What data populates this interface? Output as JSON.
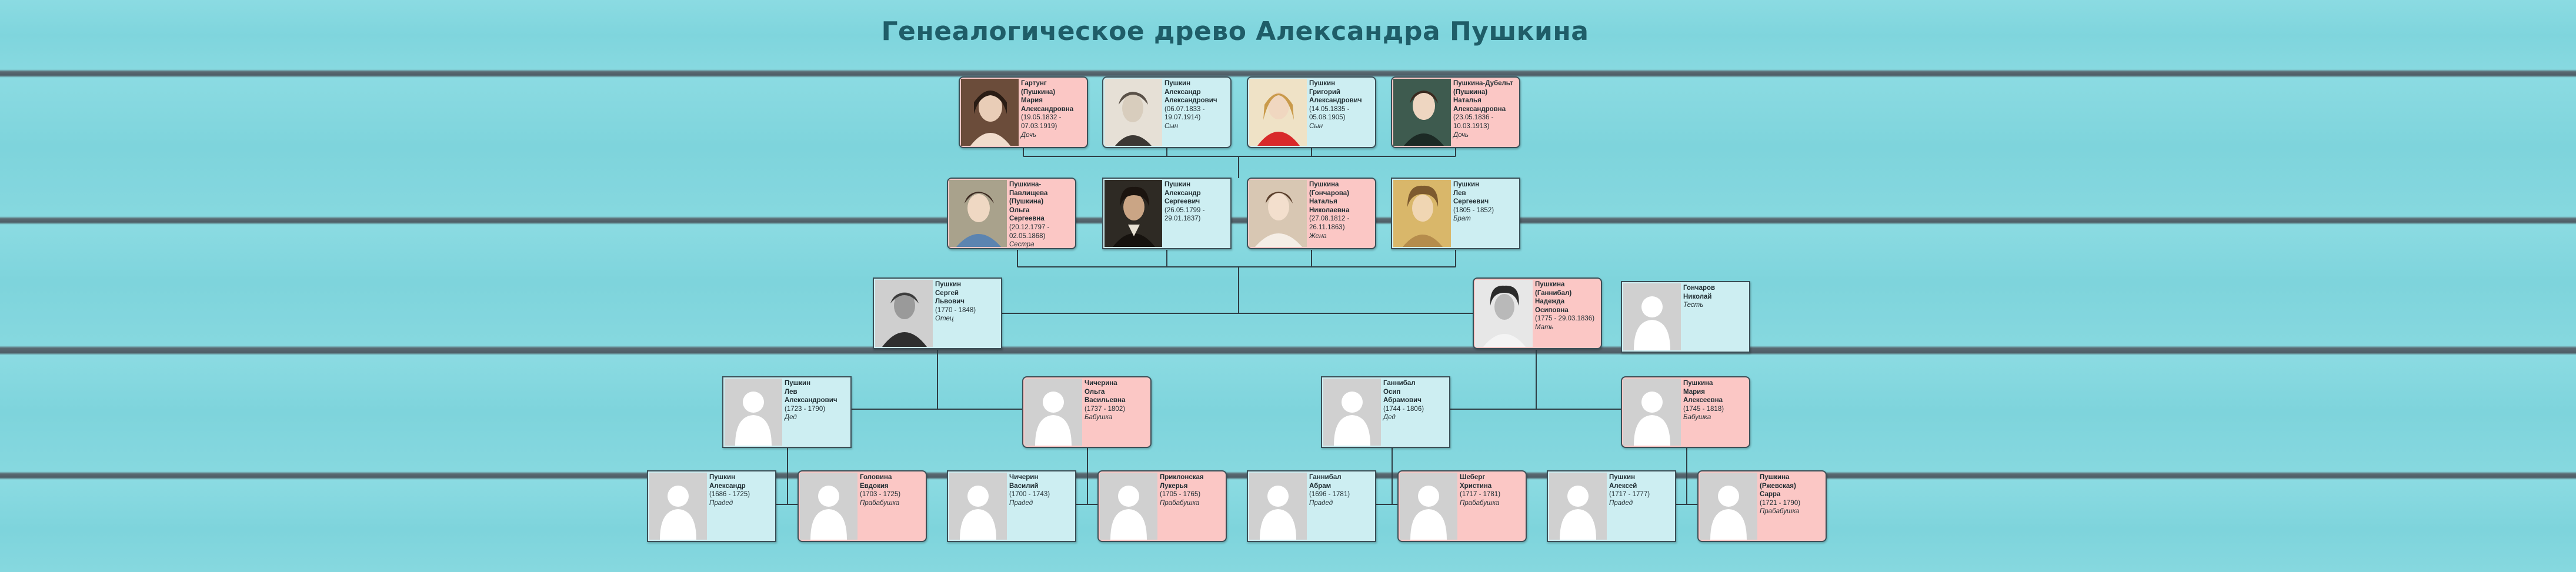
{
  "title": "Генеалогическое древо Александра Пушкина",
  "persons": {
    "gartung": {
      "name": "Гартунг\n(Пушкина)\nМария\nАлександровна",
      "dates": "(19.05.1832 -\n07.03.1919)",
      "role": "Дочь"
    },
    "alexander_son": {
      "name": "Пушкин\nАлександр\nАлександрович",
      "dates": "(06.07.1833 -\n19.07.1914)",
      "role": "Сын"
    },
    "grigory": {
      "name": "Пушкин\nГригорий\nАлександрович",
      "dates": "(14.05.1835 -\n05.08.1905)",
      "role": "Сын"
    },
    "natalia_dubelt": {
      "name": "Пушкина-Дубельт\n(Пушкина)\nНаталья\nАлександровна",
      "dates": "(23.05.1836 -\n10.03.1913)",
      "role": "Дочь"
    },
    "olga_sister": {
      "name": "Пушкина-Павлищева\n(Пушкина)\nОльга\nСергеевна",
      "dates": "(20.12.1797 -\n02.05.1868)",
      "role": "Сестра"
    },
    "alexander": {
      "name": "Пушкин\nАлександр\nСергеевич",
      "dates": "(26.05.1799 -\n29.01.1837)",
      "role": ""
    },
    "natalia_wife": {
      "name": "Пушкина\n(Гончарова)\nНаталья\nНиколаевна",
      "dates": "(27.08.1812 -\n26.11.1863)",
      "role": "Жена"
    },
    "lev_brother": {
      "name": "Пушкин\nЛев\nСергеевич",
      "dates": "(1805 - 1852)",
      "role": "Брат"
    },
    "sergey": {
      "name": "Пушкин\nСергей\nЛьвович",
      "dates": "(1770 - 1848)",
      "role": "Отец"
    },
    "nadezhda": {
      "name": "Пушкина\n(Ганнибал)\nНадежда\nОсиповна",
      "dates": "(1775 - 29.03.1836)",
      "role": "Мать"
    },
    "goncharov": {
      "name": "Гончаров\nНиколай",
      "dates": "",
      "role": "Тесть"
    },
    "lev_grandfather": {
      "name": "Пушкин\nЛев\nАлександрович",
      "dates": "(1723 - 1790)",
      "role": "Дед"
    },
    "olga_chicherina": {
      "name": "Чичерина\nОльга\nВасильевна",
      "dates": "(1737 - 1802)",
      "role": "Бабушка"
    },
    "osip": {
      "name": "Ганнибал\nОсип\nАбрамович",
      "dates": "(1744 - 1806)",
      "role": "Дед"
    },
    "maria_grandmother": {
      "name": "Пушкина\nМария\nАлексеевна",
      "dates": "(1745 - 1818)",
      "role": "Бабушка"
    },
    "alexander_ggf": {
      "name": "Пушкин\nАлександр",
      "dates": "(1686 - 1725)",
      "role": "Прадед"
    },
    "golovina": {
      "name": "Головина\nЕвдокия",
      "dates": "(1703 - 1725)",
      "role": "Прабабушка"
    },
    "chicherin": {
      "name": "Чичерин\nВасилий",
      "dates": "(1700 - 1743)",
      "role": "Прадед"
    },
    "priklonskaya": {
      "name": "Приклонская\nЛукерья",
      "dates": "(1705 - 1765)",
      "role": "Прабабушка"
    },
    "abram": {
      "name": "Ганнибал\nАбрам",
      "dates": "(1696 - 1781)",
      "role": "Прадед"
    },
    "shoberg": {
      "name": "Шеберг\nХристина",
      "dates": "(1717 - 1781)",
      "role": "Прабабушка"
    },
    "alexey": {
      "name": "Пушкин\nАлексей",
      "dates": "(1717 - 1777)",
      "role": "Прадед"
    },
    "sara": {
      "name": "Пушкина\n(Ржевская)\nСарра",
      "dates": "(1721 - 1790)",
      "role": "Прабабушка"
    }
  },
  "colors": {
    "male": "#cdeef2",
    "female": "#fbc7c5",
    "border": "#3b4f57",
    "title": "#1f5d68",
    "line": "#2f3e45"
  }
}
